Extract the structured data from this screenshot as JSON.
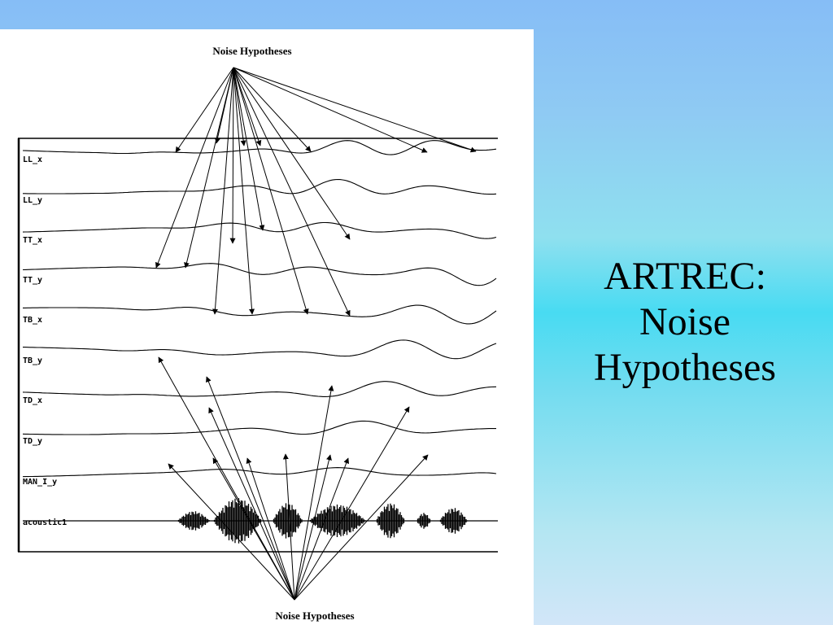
{
  "slide": {
    "title_lines": [
      "ARTREC:",
      "Noise",
      "Hypotheses"
    ]
  },
  "figure": {
    "caption_top": "Noise Hypotheses",
    "caption_bottom": "Noise Hypotheses",
    "channels": [
      "LL_x",
      "LL_y",
      "TT_x",
      "TT_y",
      "TB_x",
      "TB_y",
      "TD_x",
      "TD_y",
      "MAN_I_y",
      "acoustic1"
    ]
  }
}
